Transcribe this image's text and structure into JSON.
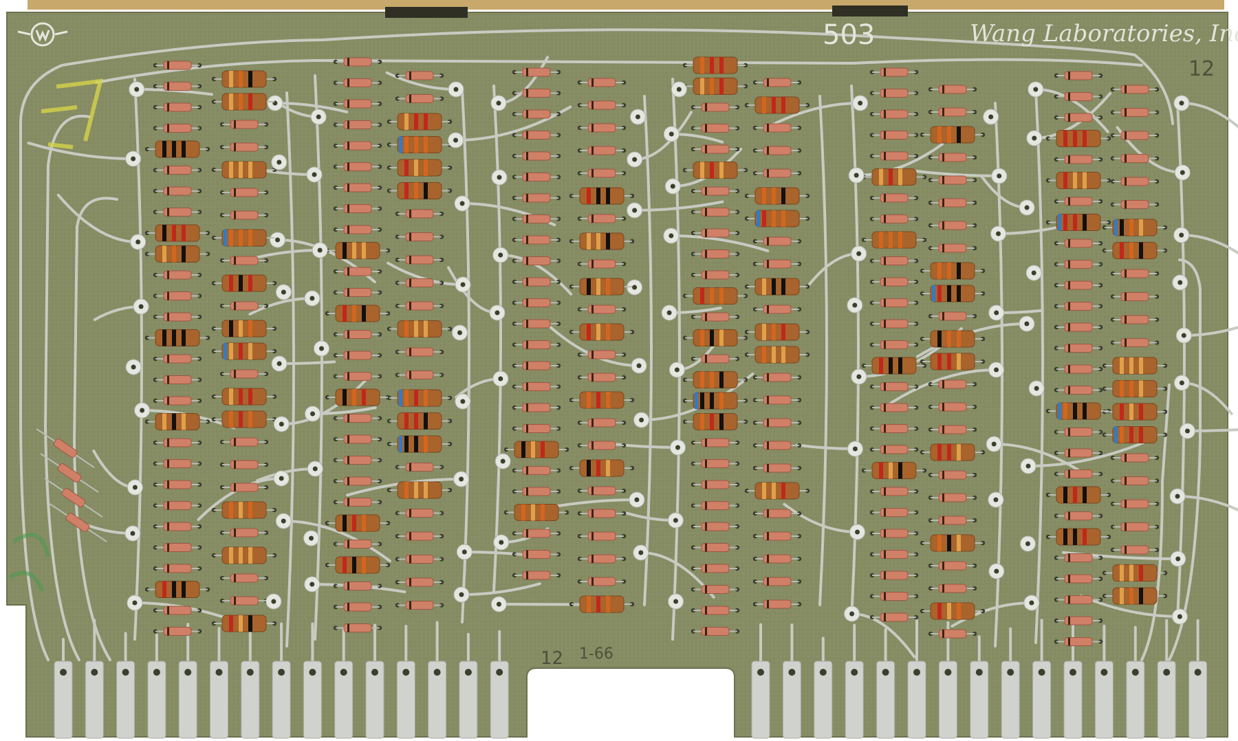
{
  "board": {
    "number": "503",
    "maker": "Wang Laboratories, Inc.",
    "corner_mark": "12",
    "date_code": "1-66",
    "hand_note": "12",
    "logo_icon": "wang-logo-icon"
  },
  "colors": {
    "board": "#868c63",
    "trace": "#c8cbc2",
    "pad": "#e4e6e0",
    "finger": "#cfd2cd",
    "resistor_body": "#cf8066",
    "cap_body": "#a8642c"
  }
}
